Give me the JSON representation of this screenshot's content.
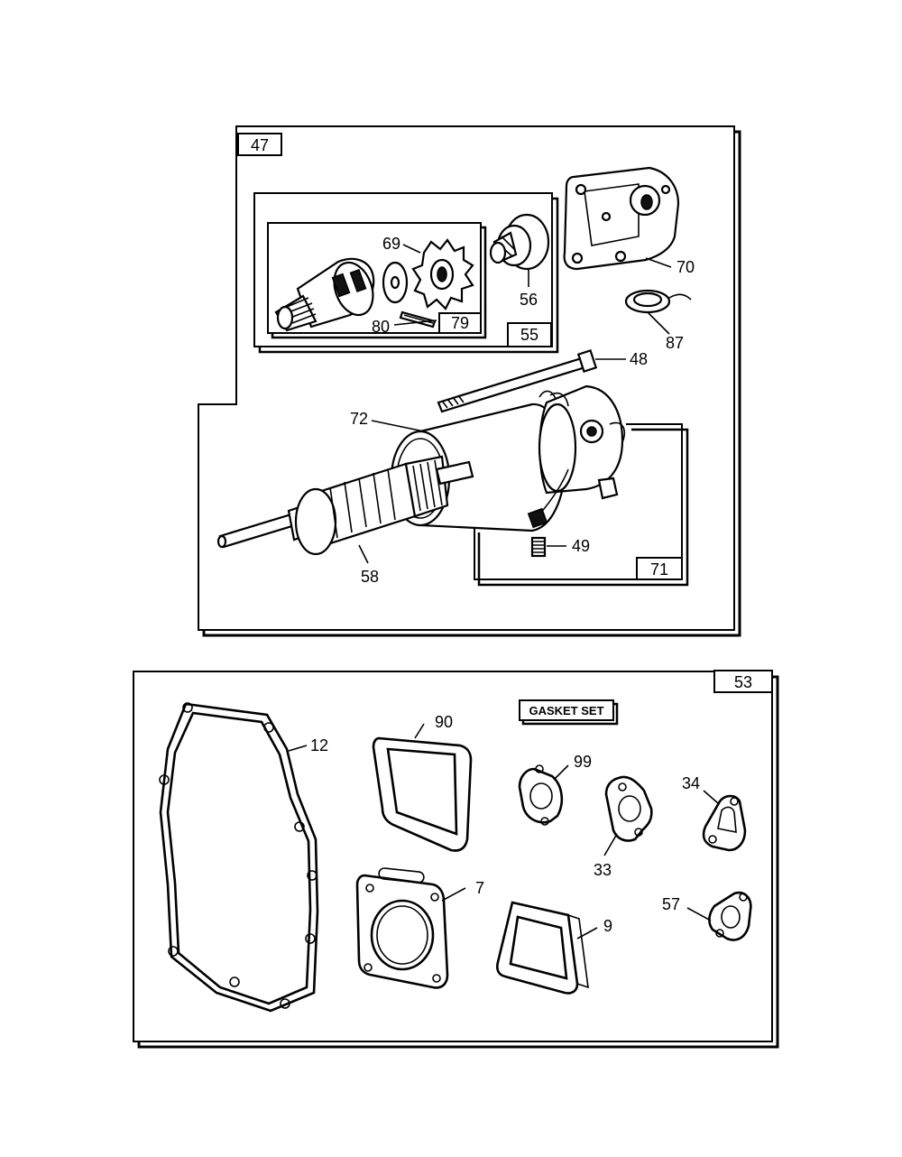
{
  "assemblies": {
    "starter_motor": {
      "label": "47",
      "drive_assembly": {
        "label": "55",
        "clutch_assembly": {
          "label": "79"
        }
      },
      "end_cap_assembly": {
        "label": "71"
      }
    },
    "gasket_set": {
      "label": "53",
      "title": "GASKET SET"
    }
  },
  "callouts": {
    "p69": "69",
    "p80": "80",
    "p56": "56",
    "p70": "70",
    "p87": "87",
    "p48": "48",
    "p72": "72",
    "p49": "49",
    "p58": "58",
    "p90": "90",
    "p12": "12",
    "p99": "99",
    "p34": "34",
    "p33": "33",
    "p7": "7",
    "p57": "57",
    "p9": "9"
  }
}
